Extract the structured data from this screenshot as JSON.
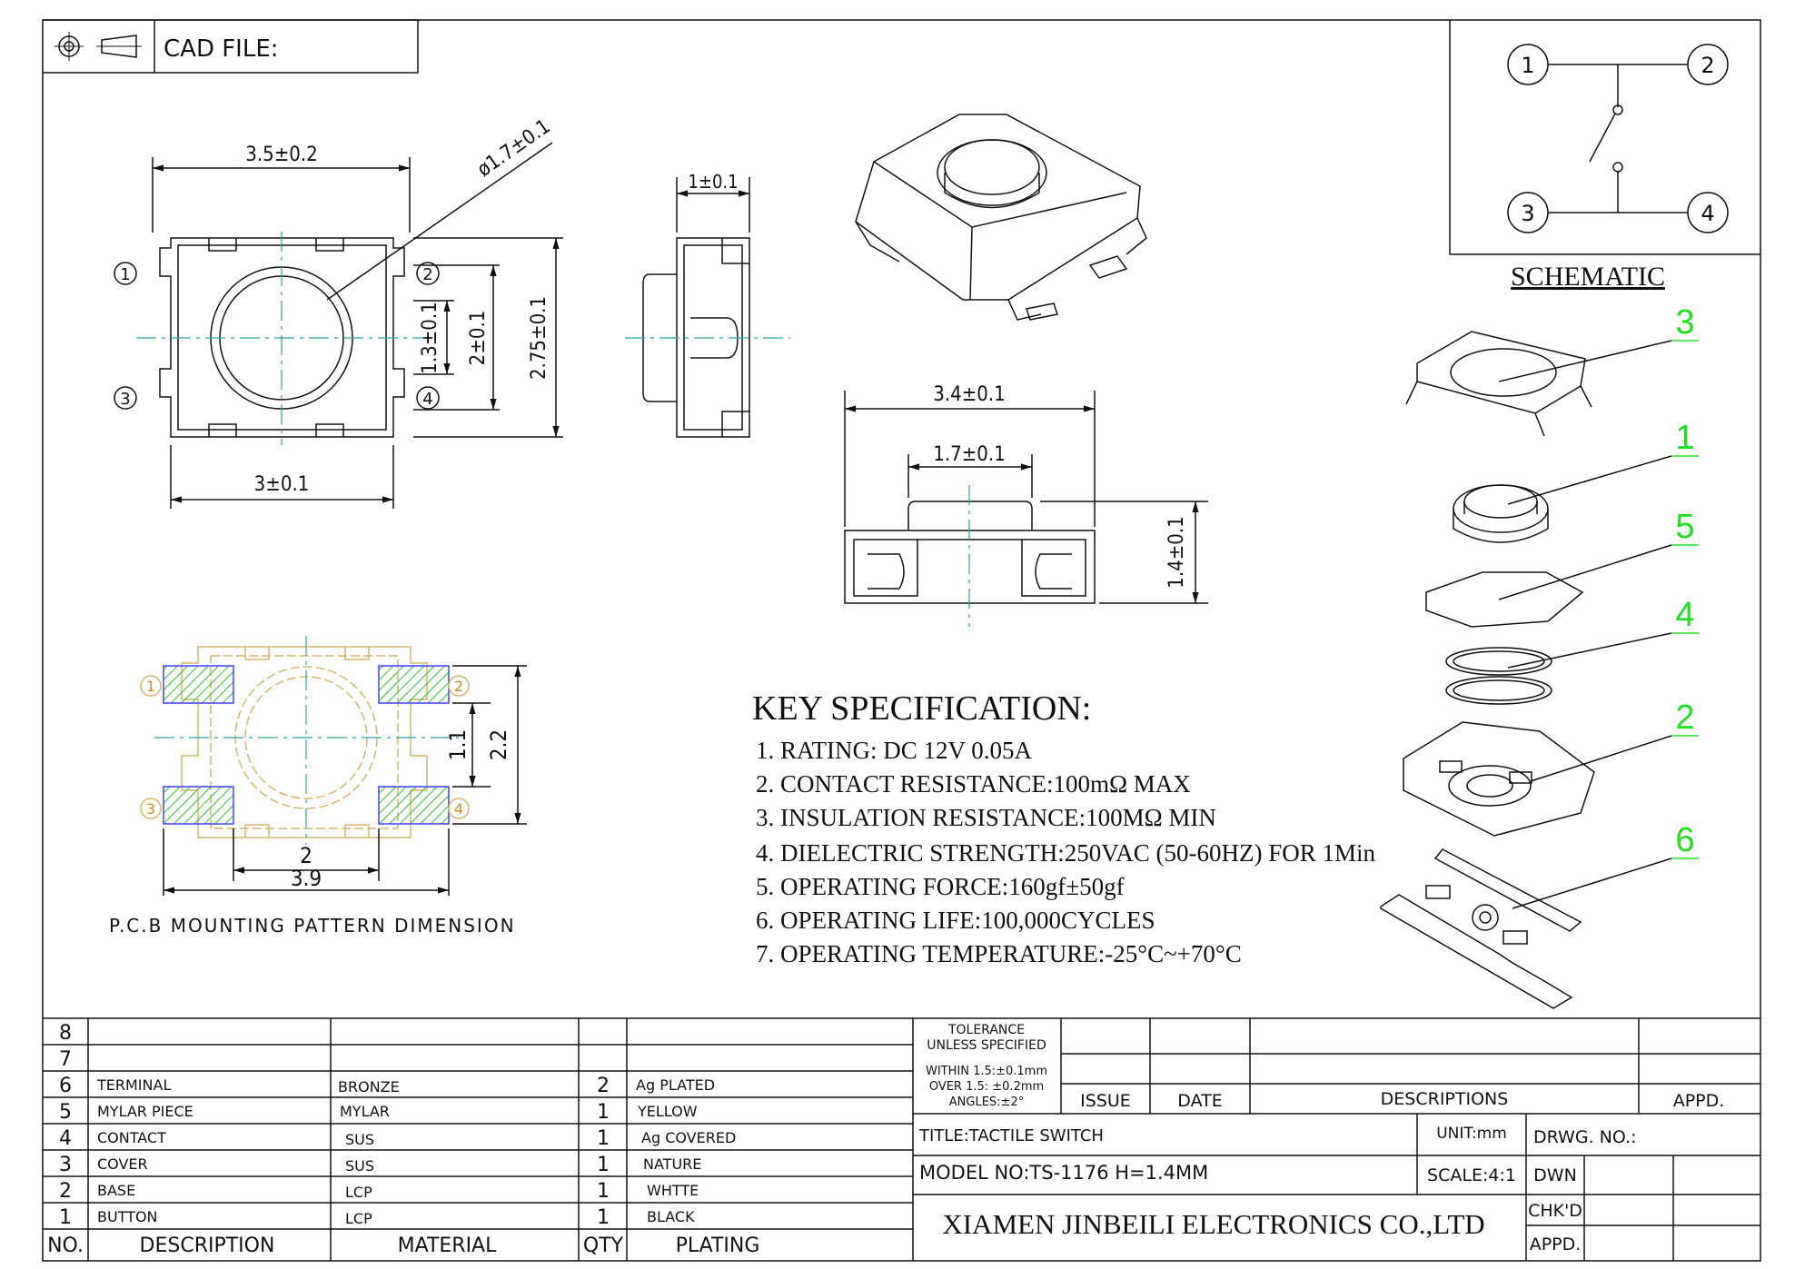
{
  "header": {
    "cad_label": "CAD FILE:"
  },
  "schematic": {
    "title": "SCHEMATIC",
    "pins": [
      "1",
      "2",
      "3",
      "4"
    ]
  },
  "top_view": {
    "dims": {
      "width": "3.5±0.2",
      "diameter": "ø1.7±0.1",
      "h1": "1.3±0.1",
      "h2": "2±0.1",
      "h3": "2.75±0.1",
      "bottom": "3±0.1"
    },
    "pins": [
      "1",
      "2",
      "3",
      "4"
    ]
  },
  "side_view": {
    "dim_top": "1±0.1"
  },
  "front_view": {
    "w1": "3.4±0.1",
    "w2": "1.7±0.1",
    "h": "1.4±0.1"
  },
  "pcb": {
    "title": "P.C.B MOUNTING PATTERN DIMENSION",
    "d1": "2",
    "d2": "3.9",
    "v1": "1.1",
    "v2": "2.2",
    "pins": [
      "1",
      "2",
      "3",
      "4"
    ]
  },
  "spec": {
    "title": "KEY SPECIFICATION:",
    "items": [
      "1. RATING: DC 12V   0.05A",
      "2. CONTACT RESISTANCE:100mΩ MAX",
      "3. INSULATION RESISTANCE:100MΩ MIN",
      "4. DIELECTRIC STRENGTH:250VAC (50-60HZ) FOR 1Min",
      "5. OPERATING FORCE:160gf±50gf",
      "6. OPERATING LIFE:100,000CYCLES",
      "7. OPERATING TEMPERATURE:-25°C~+70°C"
    ]
  },
  "exploded": {
    "labels": [
      "3",
      "1",
      "5",
      "4",
      "2",
      "6"
    ]
  },
  "bom": {
    "headers": [
      "NO.",
      "DESCRIPTION",
      "MATERIAL",
      "QTY",
      "PLATING"
    ],
    "rows": [
      [
        "8",
        "",
        "",
        "",
        ""
      ],
      [
        "7",
        "",
        "",
        "",
        ""
      ],
      [
        "6",
        "TERMINAL",
        "BRONZE",
        "2",
        "Ag PLATED"
      ],
      [
        "5",
        "MYLAR PIECE",
        "MYLAR",
        "1",
        "YELLOW"
      ],
      [
        "4",
        "CONTACT",
        "SUS",
        "1",
        "Ag COVERED"
      ],
      [
        "3",
        "COVER",
        "SUS",
        "1",
        "NATURE"
      ],
      [
        "2",
        "BASE",
        "LCP",
        "1",
        "WHTTE"
      ],
      [
        "1",
        "BUTTON",
        "LCP",
        "1",
        "BLACK"
      ]
    ]
  },
  "titleblock": {
    "tolerance": [
      "TOLERANCE",
      "UNLESS SPECIFIED",
      "WITHIN 1.5:±0.1mm",
      "OVER 1.5: ±0.2mm",
      "ANGLES:±2°"
    ],
    "issue": "ISSUE",
    "date": "DATE",
    "descriptions": "DESCRIPTIONS",
    "appd_top": "APPD.",
    "title": "TITLE:TACTILE SWITCH",
    "unit": "UNIT:mm",
    "drwg": "DRWG. NO.:",
    "model": "MODEL NO:TS-1176 H=1.4MM",
    "scale": "SCALE:4:1",
    "dwn": "DWN",
    "chkd": "CHK'D",
    "appd": "APPD.",
    "company": "XIAMEN JINBEILI ELECTRONICS CO.,LTD"
  },
  "colors": {
    "pads": "#22cc22",
    "outline": "#d9b36a",
    "label_green": "#22dd22",
    "center": "#2aa3a3"
  }
}
